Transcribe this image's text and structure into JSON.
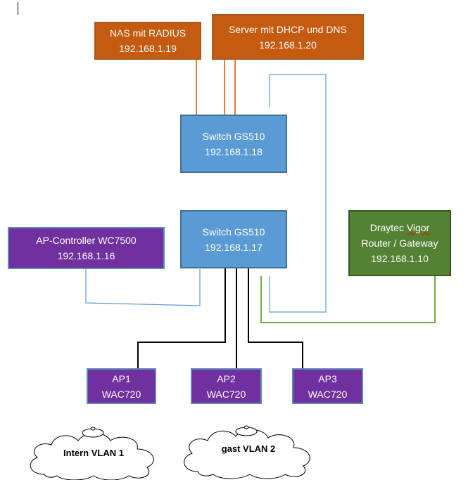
{
  "nodes": {
    "nas": {
      "name": "NAS mit RADIUS",
      "ip": "192.168.1.19"
    },
    "server": {
      "name": "Server mit DHCP und DNS",
      "ip": "192.168.1.20"
    },
    "switch_top": {
      "name": "Switch GS510",
      "ip": "192.168.1.18"
    },
    "switch_main": {
      "name": "Switch GS510",
      "ip": "192.168.1.17"
    },
    "ap_controller": {
      "name": "AP-Controller WC7500",
      "ip": "192.168.1.16"
    },
    "router": {
      "line1_word1": "Draytec",
      "line1_word2": "Vigor",
      "line2": "Router / Gateway",
      "ip": "192.168.1.10"
    },
    "ap1": {
      "name": "AP1",
      "model": "WAC720"
    },
    "ap2": {
      "name": "AP2",
      "model": "WAC720"
    },
    "ap3": {
      "name": "AP3",
      "model": "WAC720"
    }
  },
  "clouds": {
    "intern": "Intern VLAN 1",
    "gast": "gast VLAN 2"
  },
  "colors": {
    "orange": "#C55A11",
    "blue": "#5B9BD5",
    "purple": "#7030A0",
    "green": "#548235",
    "link_orange": "#ED7D31",
    "link_blue": "#5B9BD5",
    "link_green": "#70AD47",
    "link_black": "#000000"
  }
}
